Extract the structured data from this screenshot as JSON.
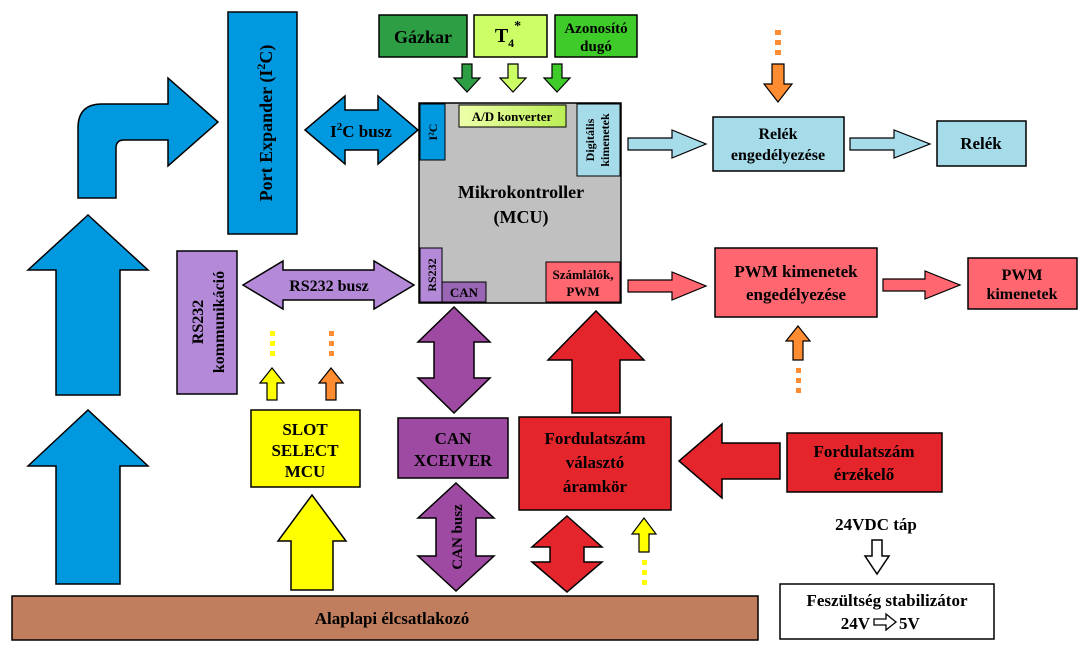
{
  "blocks": {
    "port_expander": {
      "prefix": "Port Expander (I",
      "sup": "2",
      "suffix": "C)"
    },
    "i2c_busz": {
      "prefix": "I",
      "sup": "2",
      "suffix": "C busz"
    },
    "gazkar": "Gázkar",
    "t4": {
      "base": "T",
      "sub": "4",
      "sup": "*"
    },
    "azonosito": {
      "line1": "Azonosító",
      "line2": "dugó"
    },
    "ad_konverter": "A/D konverter",
    "i2c_port": "I²C",
    "digitalis": {
      "line1": "Digitális",
      "line2": "kimenetek"
    },
    "mcu": {
      "line1": "Mikrokontroller",
      "line2": "(MCU)"
    },
    "rs232_port": "RS232",
    "can_port": "CAN",
    "szamlalok": {
      "line1": "Számlálók,",
      "line2": "PWM"
    },
    "relek_eng": {
      "line1": "Relék",
      "line2": "engedélyezése"
    },
    "relek": "Relék",
    "pwm_eng": {
      "line1": "PWM kimenetek",
      "line2": "engedélyezése"
    },
    "pwm_kim": {
      "line1": "PWM",
      "line2": "kimenetek"
    },
    "rs232_komm": {
      "line1": "RS232",
      "line2": "kommunikáció"
    },
    "rs232_busz": "RS232 busz",
    "slot_select": {
      "line1": "SLOT",
      "line2": "SELECT",
      "line3": "MCU"
    },
    "can_xceiver": {
      "line1": "CAN",
      "line2": "XCEIVER"
    },
    "can_busz": "CAN busz",
    "fordulat_valaszto": {
      "line1": "Fordulatszám",
      "line2": "választó",
      "line3": "áramkör"
    },
    "fordulat_erzekelo": {
      "line1": "Fordulatszám",
      "line2": "érzékelő"
    },
    "tap": "24VDC táp",
    "stabilizator": {
      "line1": "Feszültség stabilizátor",
      "line2a": "24V",
      "line2b": "5V"
    },
    "alaplapi": "Alaplapi élcsatlakozó"
  },
  "colors": {
    "blue": "#0099e0",
    "light_blue": "#a6dcea",
    "purple": "#9e4aa3",
    "light_purple": "#b48ad8",
    "red": "#e4262c",
    "pink_red": "#ff6670",
    "yellow": "#ffff00",
    "dark_green": "#2e9e45",
    "lime": "#ccff66",
    "green": "#3fcc2a",
    "orange": "#ff8c30",
    "brown": "#c07e5e",
    "gray": "#c0c0c0",
    "mcu_port_purple": "#9966b3"
  }
}
